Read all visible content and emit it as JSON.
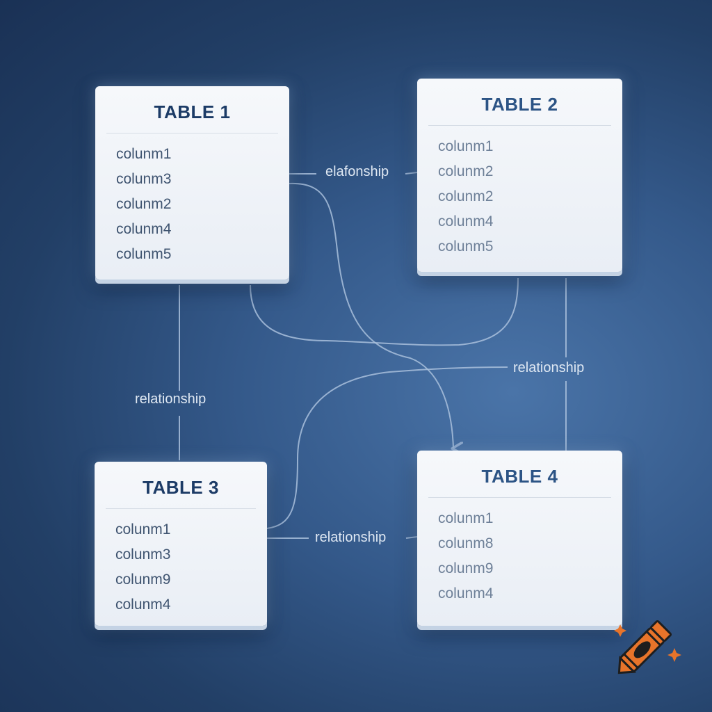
{
  "diagram": {
    "tables": [
      {
        "title": "TABLE 1",
        "columns": [
          "colunm1",
          "colunm3",
          "colunm2",
          "colunm4",
          "colunm5"
        ]
      },
      {
        "title": "TABLE 2",
        "columns": [
          "colunm1",
          "colunm2",
          "colunm2",
          "colunm4",
          "colunm5"
        ]
      },
      {
        "title": "TABLE 3",
        "columns": [
          "colunm1",
          "colunm3",
          "colunm9",
          "colunm4"
        ]
      },
      {
        "title": "TABLE 4",
        "columns": [
          "colunm1",
          "colunm8",
          "colunm9",
          "colunm4"
        ]
      }
    ],
    "relationships": [
      {
        "label": "elafonship",
        "from": "TABLE 1",
        "to": "TABLE 2"
      },
      {
        "label": "relationship",
        "from": "TABLE 2",
        "to": "TABLE 4"
      },
      {
        "label": "relationship",
        "from": "TABLE 1",
        "to": "TABLE 3"
      },
      {
        "label": "relationship",
        "from": "TABLE 3",
        "to": "TABLE 4"
      }
    ]
  },
  "colors": {
    "background_dark": "#1a3155",
    "background_light": "#4a74a8",
    "card": "#f4f6f9",
    "title_text": "#1c3b66",
    "connector": "#a9c0dc",
    "logo_orange": "#e8742a"
  },
  "icons": {
    "logo": "crayon-icon"
  }
}
